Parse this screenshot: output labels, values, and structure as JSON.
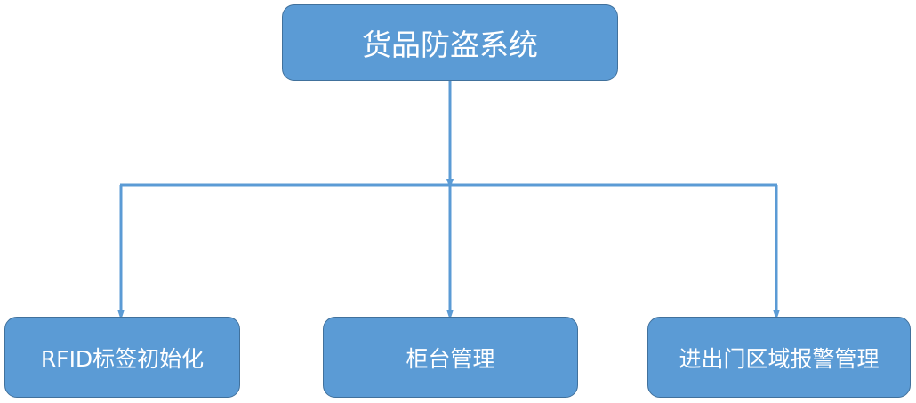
{
  "diagram": {
    "root": {
      "label": "货品防盗系统"
    },
    "children": [
      {
        "label": "RFID标签初始化"
      },
      {
        "label": "柜台管理"
      },
      {
        "label": "进出门区域报警管理"
      }
    ],
    "colors": {
      "box_fill": "#5b9bd5",
      "box_border": "#41719c",
      "box_text": "#ffffff",
      "connector": "#5b9bd5"
    }
  }
}
